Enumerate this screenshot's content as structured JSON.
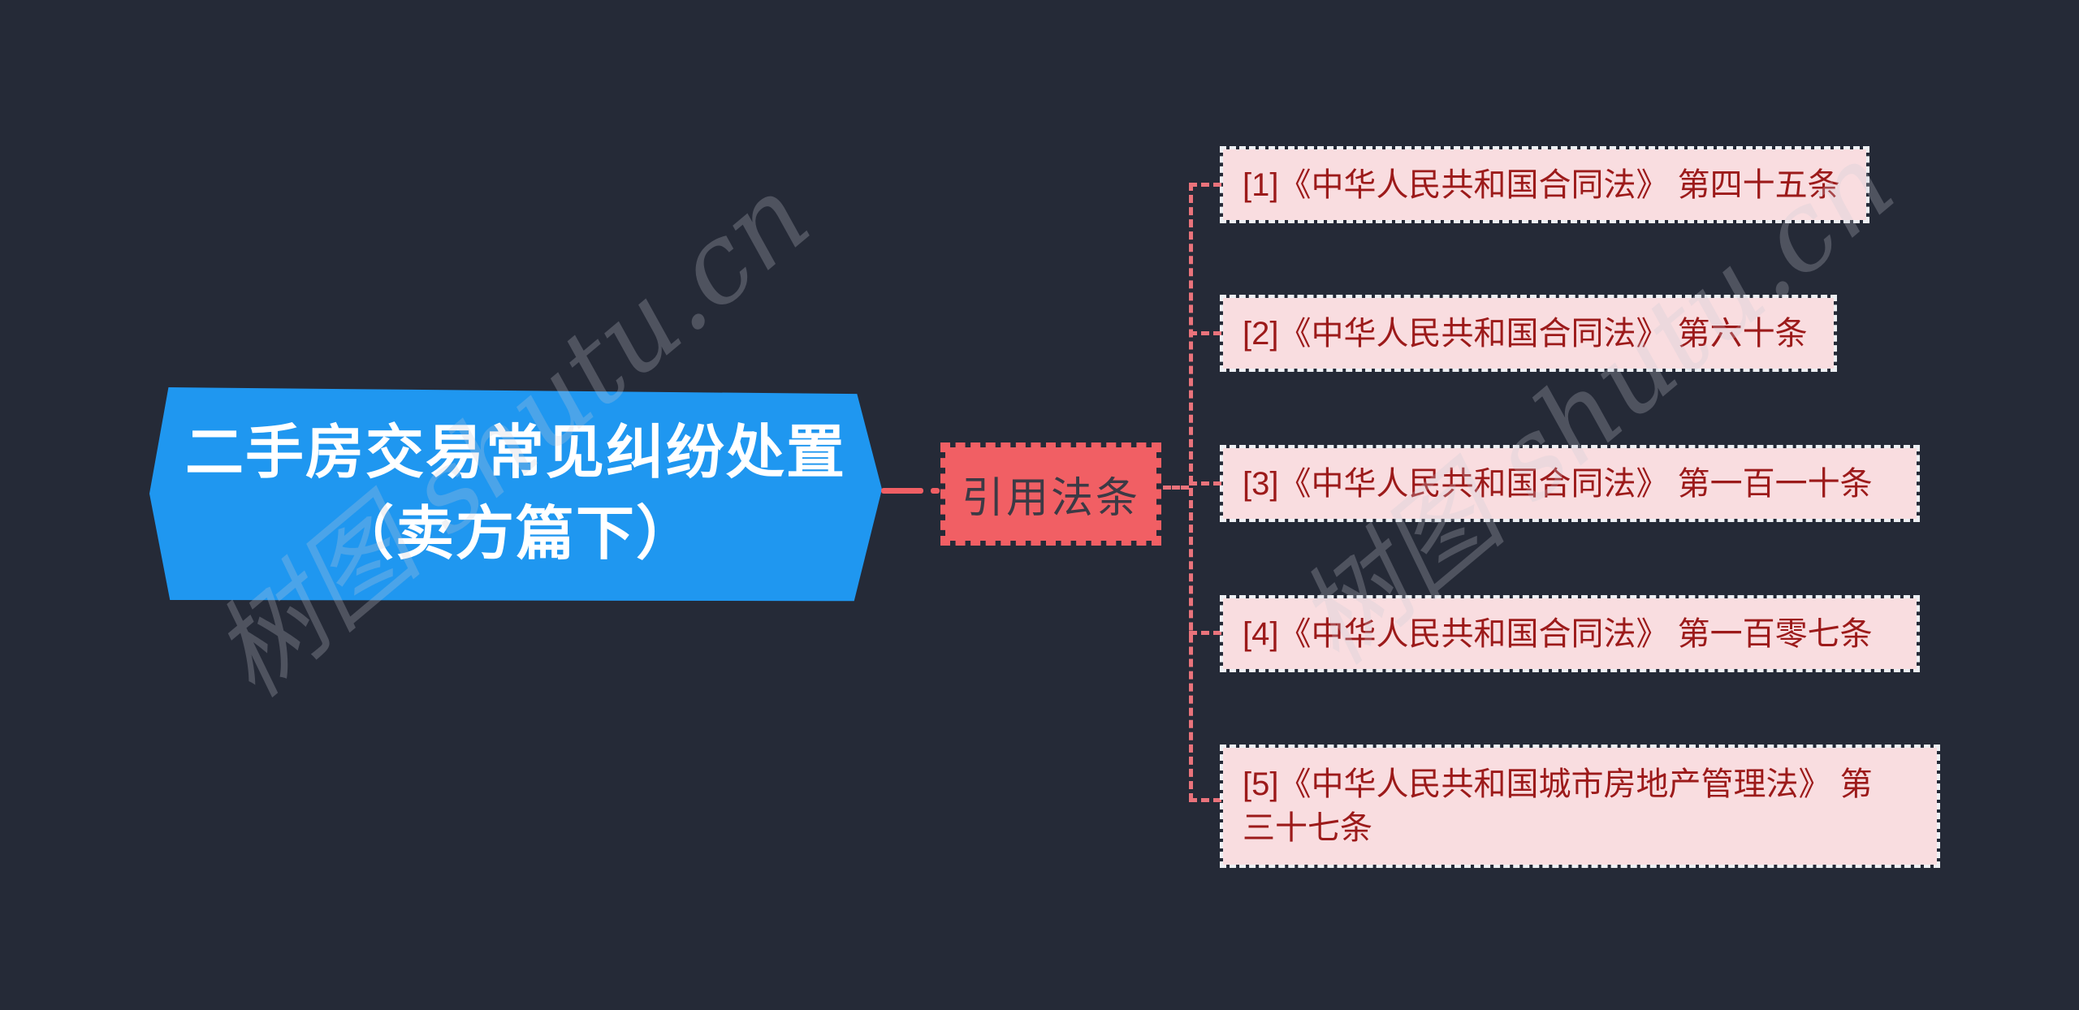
{
  "app": {
    "background_color": "#252a37",
    "watermark_text": "树图 shutu.cn"
  },
  "mindmap": {
    "root": {
      "line1": "二手房交易常见纠纷处置",
      "line2": "（卖方篇下）",
      "bg_color": "#1f97f0",
      "text_color": "#ffffff"
    },
    "branch": {
      "label": "引用法条",
      "bg_color": "#f15f64",
      "text_color": "#3c3a45"
    },
    "leaves": [
      {
        "lines": [
          "[1]《中华人民共和国合同法》 第四十五条"
        ]
      },
      {
        "lines": [
          "[2]《中华人民共和国合同法》 第六十条"
        ]
      },
      {
        "lines": [
          "[3]《中华人民共和国合同法》 第一百一十条"
        ]
      },
      {
        "lines": [
          "[4]《中华人民共和国合同法》 第一百零七条"
        ]
      },
      {
        "lines": [
          "[5]《中华人民共和国城市房地产管理法》 第",
          "三十七条"
        ]
      }
    ],
    "leaf_style": {
      "bg_color": "#f9dde0",
      "text_color": "#9c1a1a",
      "edge_dash_color": "#eef0f4"
    },
    "connector_color": "#ea737b"
  }
}
